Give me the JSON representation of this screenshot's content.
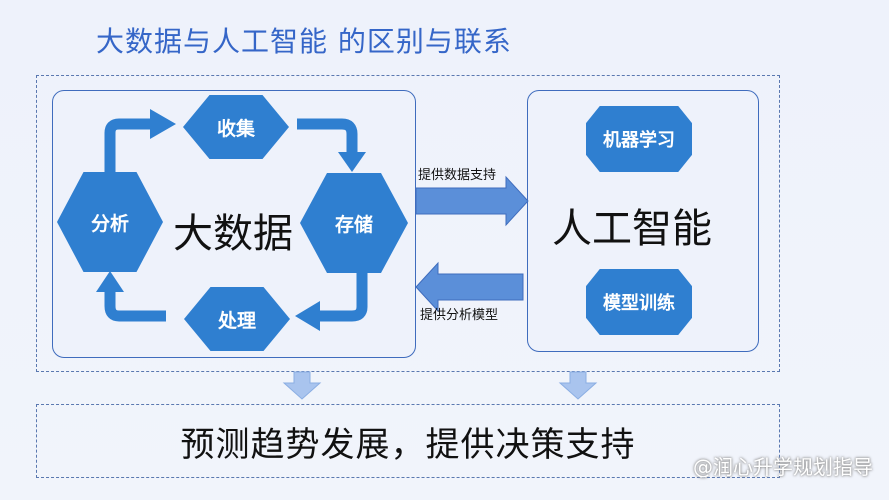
{
  "title": "大数据与人工智能 的区别与联系",
  "big_data": {
    "center_label": "大数据",
    "nodes": {
      "collect": "收集",
      "store": "存储",
      "process": "处理",
      "analyze": "分析"
    }
  },
  "ai": {
    "center_label": "人工智能",
    "nodes": {
      "ml": "机器学习",
      "training": "模型训练"
    }
  },
  "arrows": {
    "to_ai": "提供数据支持",
    "to_bigdata": "提供分析模型"
  },
  "bottom": "预测趋势发展，提供决策支持",
  "watermark": "@润心升学规划指导",
  "colors": {
    "accent": "#2f7fd0",
    "title": "#3566c8",
    "panel_border": "#3f6cbd",
    "dashed": "#5a78b0",
    "arrow_fill": "#5b8fd9"
  }
}
